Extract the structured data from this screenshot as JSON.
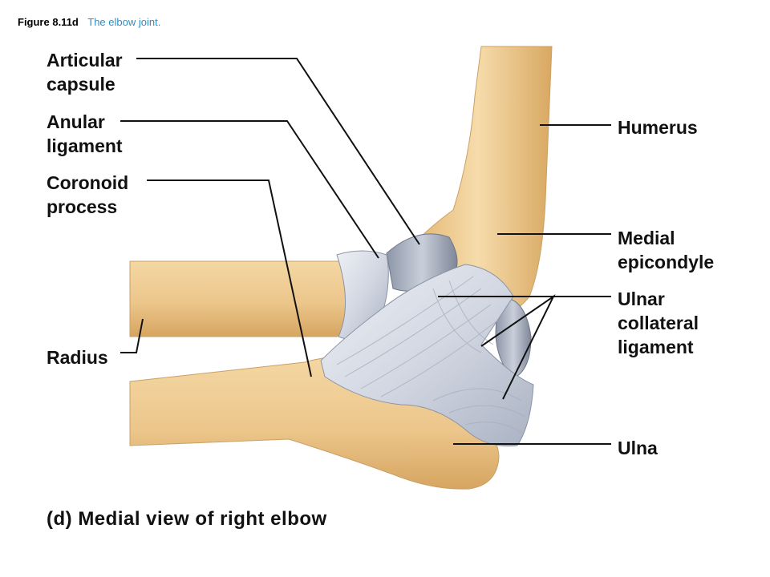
{
  "figure": {
    "number": "Figure 8.11d",
    "title": "The elbow joint."
  },
  "labels": {
    "articular_capsule": [
      "Articular",
      "capsule"
    ],
    "anular_ligament": [
      "Anular",
      "ligament"
    ],
    "coronoid_process": [
      "Coronoid",
      "process"
    ],
    "radius": [
      "Radius"
    ],
    "humerus": [
      "Humerus"
    ],
    "medial_epicondyle": [
      "Medial",
      "epicondyle"
    ],
    "ulnar_collateral_ligament": [
      "Ulnar",
      "collateral",
      "ligament"
    ],
    "ulna": [
      "Ulna"
    ]
  },
  "caption": "(d) Medial view of right elbow",
  "colors": {
    "bone": "#edc98e",
    "bone_shadow": "#d9ab66",
    "ligament": "#d6dbe6",
    "ligament_shadow": "#9ea7b8",
    "leader_line": "#111111",
    "title_blue": "#2a8fc9"
  }
}
